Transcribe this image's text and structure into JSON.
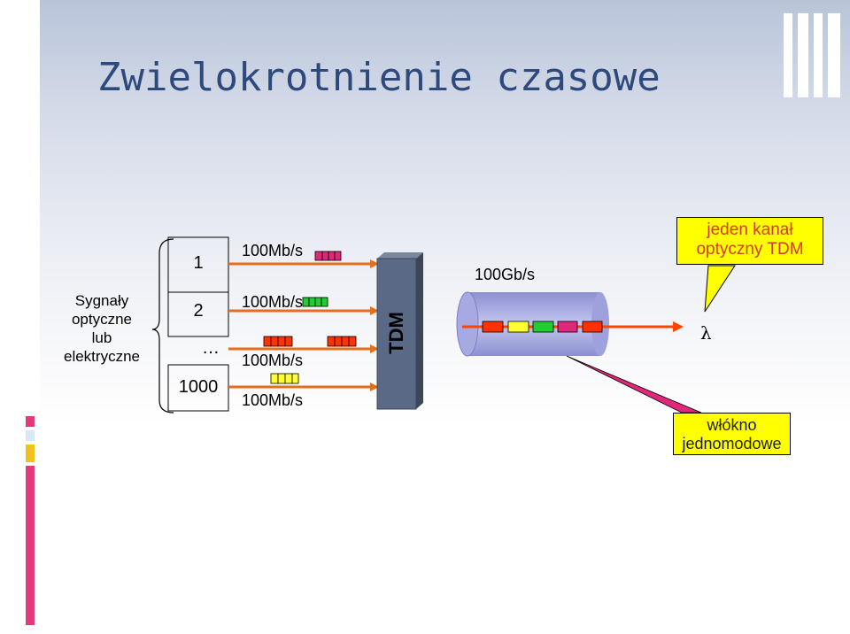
{
  "title": "Zwielokrotnienie czasowe",
  "left_label": [
    "Sygnały",
    "optyczne",
    "lub",
    "elektryczne"
  ],
  "inputs": {
    "n1": "1",
    "n2": "2",
    "ellipsis": "…",
    "n1000": "1000"
  },
  "rates": [
    "100Mb/s",
    "100Mb/s",
    "100Mb/s",
    "100Mb/s"
  ],
  "tdm_label": "TDM",
  "output_rate": "100Gb/s",
  "lambda": "λ",
  "callout_channel": [
    "jeden kanał",
    "optyczny TDM"
  ],
  "callout_fiber": [
    "włókno",
    "jednomodowe"
  ],
  "colors": {
    "arrow": "#e0701f",
    "output_arrow": "#ff4400",
    "packet_red": "#ff3300",
    "packet_pink": "#e0287a",
    "packet_green": "#22cc33",
    "packet_yellow": "#ffff33",
    "tdm_box": "#5a6a86",
    "fiber": "#b0b3e6",
    "callout_text": "#d63a1c",
    "title": "#2e4a7d"
  }
}
